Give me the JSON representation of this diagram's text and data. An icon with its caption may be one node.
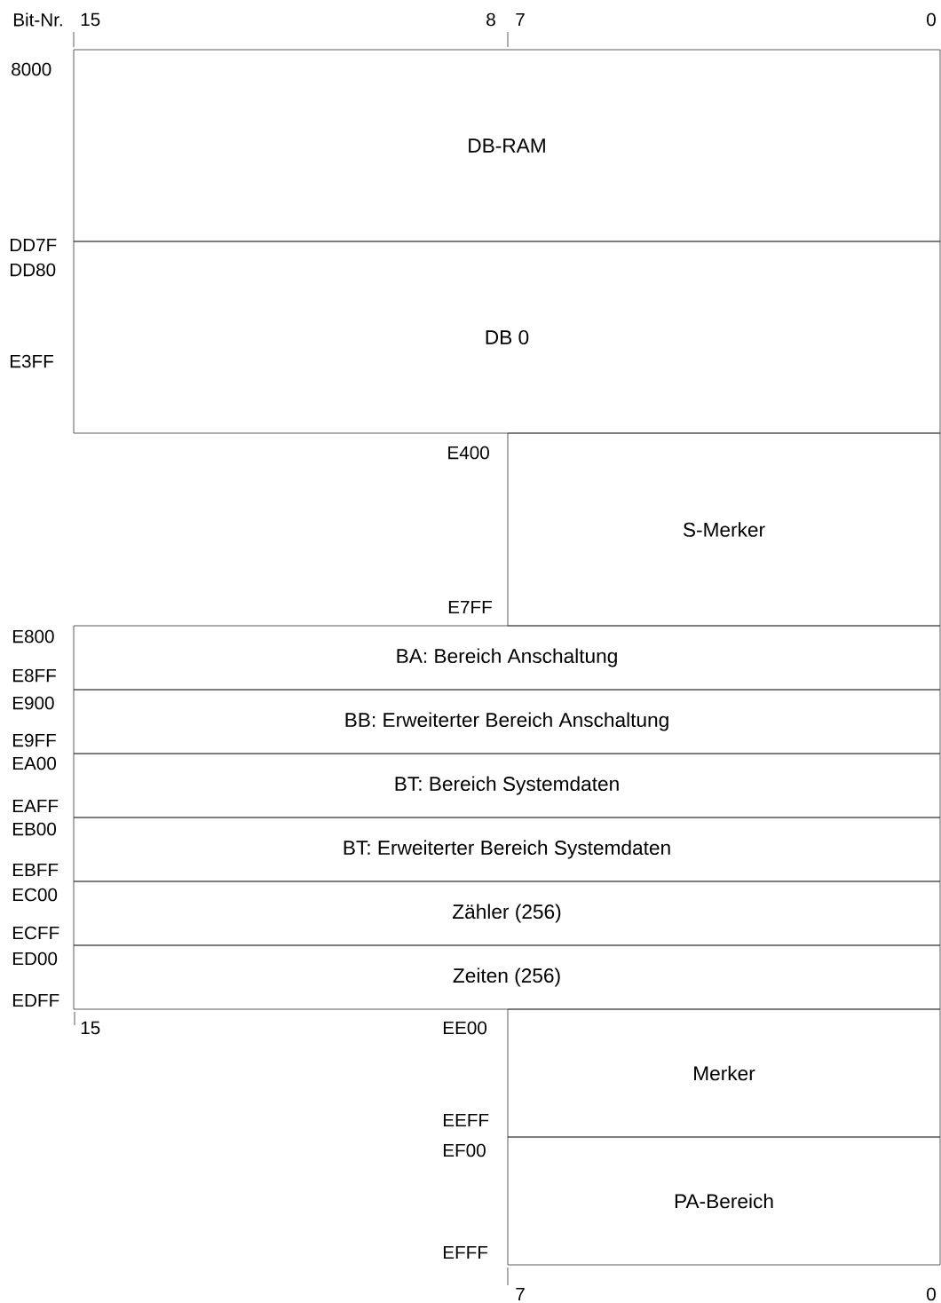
{
  "diagram": {
    "nodes": [
      {
        "text": [
          "DB-RAM"
        ]
      },
      {
        "text": [
          "DB 0"
        ]
      },
      {
        "text": [
          "S-Merker"
        ]
      },
      {
        "text": [
          "BA: Bereich Anschaltung"
        ]
      },
      {
        "text": [
          "BB: Erweiterter Bereich Anschaltung"
        ]
      },
      {
        "text": [
          "BT: Bereich Systemdaten"
        ]
      },
      {
        "text": [
          "BT: Erweiterter Bereich Systemdaten"
        ]
      },
      {
        "text": [
          "Zähler (256)"
        ]
      },
      {
        "text": [
          "Zeiten (256)"
        ]
      },
      {
        "text": [
          "Merker"
        ]
      },
      {
        "text": [
          "PA-Bereich"
        ]
      }
    ],
    "edges": [],
    "labels": [
      "Bit-Nr.",
      "15",
      "8",
      "7",
      "0",
      "8000",
      "DD7F",
      "DD80",
      "E3FF",
      "E400",
      "E7FF",
      "E800",
      "E8FF",
      "E900",
      "E9FF",
      "EA00",
      "EAFF",
      "EB00",
      "EBFF",
      "EC00",
      "ECFF",
      "ED00",
      "EDFF",
      "15",
      "EE00",
      "EEFF",
      "EF00",
      "EFFF",
      "7",
      "0"
    ]
  }
}
